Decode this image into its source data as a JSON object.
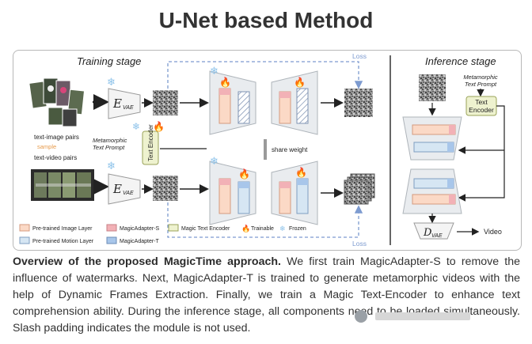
{
  "page": {
    "title": "U-Net based Method"
  },
  "figure": {
    "training_stage": "Training stage",
    "inference_stage": "Inference stage",
    "loss_label": "Loss",
    "share_weight": "share weight",
    "text_image_pairs": "text-image pairs",
    "text_video_pairs": "text-video pairs",
    "sample": "sample",
    "metamorphic_prompt_line1": "Metamorphic",
    "metamorphic_prompt_line2": "Text Prompt",
    "text_encoder_line1": "Text",
    "text_encoder_line2": "Encoder",
    "text_encoder_vertical": "Text Encoder",
    "evae_main": "E",
    "vae_sub": "VAE",
    "dvae_main": "D",
    "video_label": "Video",
    "legend": {
      "pretrained_image_layer": "Pre-trained Image Layer",
      "magicadapter_s": "MagicAdapter-S",
      "magic_text_encoder": "Magic Text Encoder",
      "trainable": "Trainable",
      "frozen": "Frozen",
      "pretrained_motion_layer": "Pre-trained Motion Layer",
      "magicadapter_t": "MagicAdapter-T"
    },
    "colors": {
      "image_layer": "#fbd9c6",
      "motion_layer": "#d6e6f3",
      "adapter_s": "#f2b1b6",
      "adapter_t": "#a8c6ea",
      "magic_text_encoder": "#eef2cf",
      "unet_body": "#e9ecef",
      "loss_dash": "#7d9bd0",
      "frozen": "#8ec3ea",
      "trainable": "#e8412c"
    }
  },
  "caption": {
    "bold": "Overview of the proposed MagicTime approach.",
    "body": " We first train MagicAdapter-S to remove the influence of watermarks. Next, MagicAdapter-T is trained to generate metamorphic videos with the help of Dynamic Frames Extraction. Finally, we train a Magic Text-Encoder to enhance text comprehension ability. During the inference stage, all components need to be loaded simultaneously. Slash padding indicates the module is not used."
  }
}
